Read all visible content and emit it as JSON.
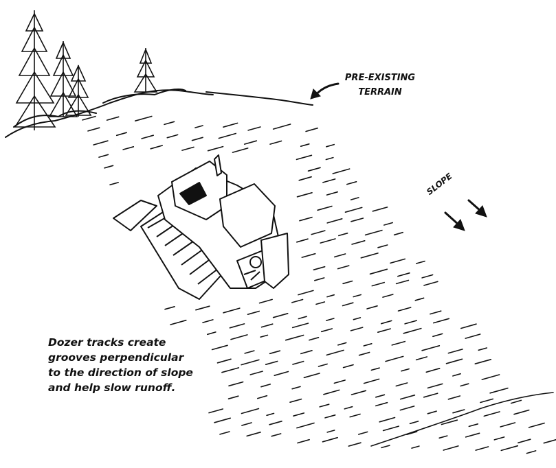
{
  "labels": {
    "terrain_line1": "PRE-EXISTING",
    "terrain_line2": "TERRAIN",
    "slope": "SLOPE"
  },
  "caption": {
    "line1": "Dozer tracks create",
    "line2": "grooves perpendicular",
    "line3": "to the direction of slope",
    "line4": "and help slow runoff."
  },
  "colors": {
    "ink": "#111111",
    "background": "#ffffff"
  },
  "icons": [
    "tree-icon",
    "bulldozer-icon",
    "arrow-icon"
  ]
}
